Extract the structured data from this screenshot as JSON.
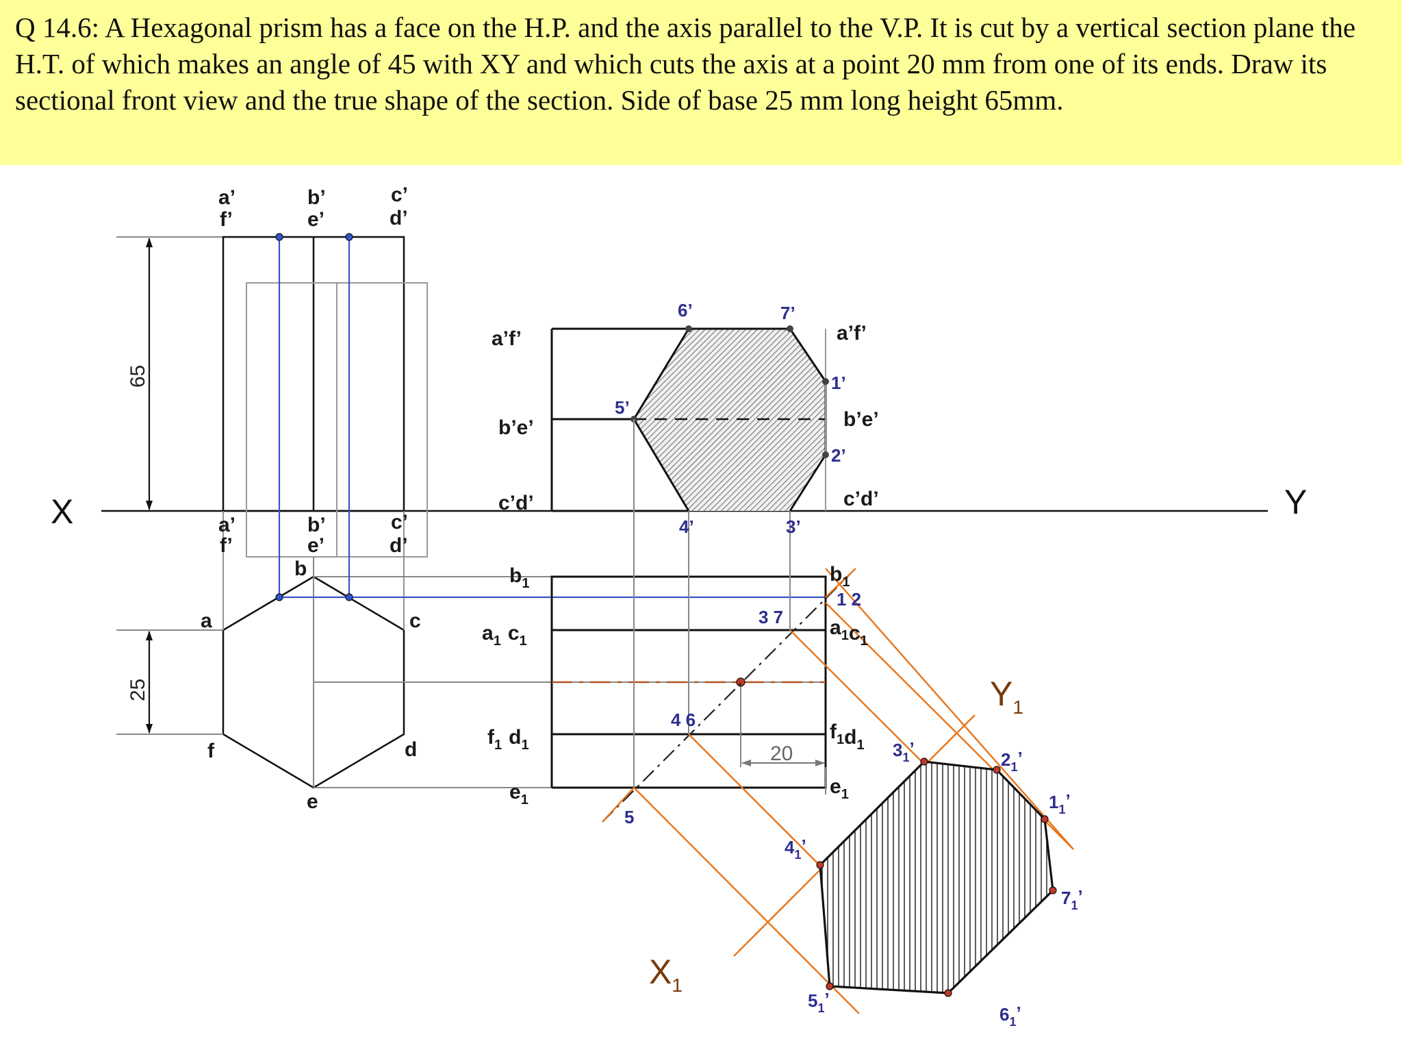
{
  "question": "Q 14.6: A Hexagonal prism has a face on the H.P. and the axis parallel to the V.P. It is cut by a vertical section plane the H.T. of which makes an angle of 45 with XY and which cuts the axis at a point 20 mm from one of its ends. Draw its sectional front view and the true shape of the section. Side of base 25 mm long height 65mm.",
  "axes": {
    "x": "X",
    "y": "Y",
    "x1": "X",
    "y1": "Y",
    "sub": "1"
  },
  "dimensions": {
    "height": "65",
    "side": "25",
    "cut": "20"
  },
  "left_view": {
    "top": [
      "a’",
      "f’",
      "b’",
      "e’",
      "c’",
      "d’"
    ],
    "bottom": [
      "a’",
      "f’",
      "b’",
      "e’",
      "c’",
      "d’"
    ],
    "plan": [
      "b",
      "a",
      "c",
      "f",
      "d",
      "e"
    ]
  },
  "front_view": [
    "a’f’",
    "b’e’",
    "c’d’",
    "a’f’",
    "b’e’",
    "c’d’"
  ],
  "top_view": [
    "b",
    "a",
    "c",
    "f",
    "d",
    "e"
  ],
  "points": [
    "6’",
    "7’",
    "1’",
    "5’",
    "2’",
    "4’",
    "3’",
    "1 2",
    "3 7",
    "4 6",
    "5"
  ],
  "true_shape": [
    "3",
    "2",
    "1",
    "7",
    "4",
    "5",
    "6"
  ],
  "sub1": "1",
  "prime": "’",
  "colors": {
    "banner": "#ffff99",
    "blue": "#3355cc",
    "orange": "#e8751a",
    "grey": "#8c8c8c",
    "label_blue": "#2e2e8f"
  }
}
